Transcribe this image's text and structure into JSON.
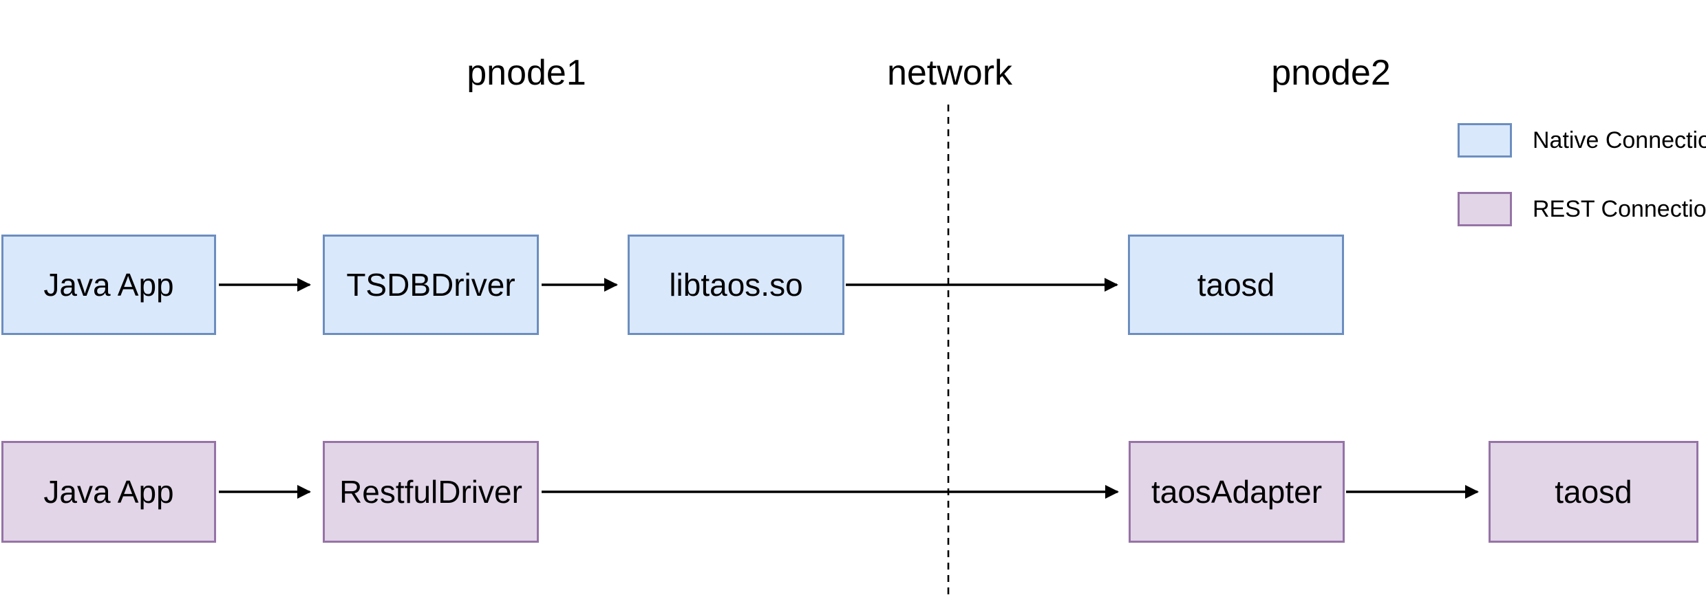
{
  "diagram": {
    "zones": [
      {
        "label": "pnode1"
      },
      {
        "label": "network"
      },
      {
        "label": "pnode2"
      }
    ],
    "nodes": [
      {
        "id": "java-app-native",
        "label": "Java App",
        "zone": "pnode1",
        "connection": "native"
      },
      {
        "id": "tsdb-driver",
        "label": "TSDBDriver",
        "zone": "pnode1",
        "connection": "native"
      },
      {
        "id": "libtaos-so",
        "label": "libtaos.so",
        "zone": "pnode1",
        "connection": "native"
      },
      {
        "id": "taosd-native",
        "label": "taosd",
        "zone": "pnode2",
        "connection": "native"
      },
      {
        "id": "java-app-rest",
        "label": "Java App",
        "zone": "pnode1",
        "connection": "rest"
      },
      {
        "id": "restful-driver",
        "label": "RestfulDriver",
        "zone": "pnode1",
        "connection": "rest"
      },
      {
        "id": "taos-adapter",
        "label": "taosAdapter",
        "zone": "pnode2",
        "connection": "rest"
      },
      {
        "id": "taosd-rest",
        "label": "taosd",
        "zone": "pnode2",
        "connection": "rest"
      }
    ],
    "edges": [
      {
        "from": "java-app-native",
        "to": "tsdb-driver",
        "crosses_network": false
      },
      {
        "from": "tsdb-driver",
        "to": "libtaos-so",
        "crosses_network": false
      },
      {
        "from": "libtaos-so",
        "to": "taosd-native",
        "crosses_network": true
      },
      {
        "from": "java-app-rest",
        "to": "restful-driver",
        "crosses_network": false
      },
      {
        "from": "restful-driver",
        "to": "taos-adapter",
        "crosses_network": true
      },
      {
        "from": "taos-adapter",
        "to": "taosd-rest",
        "crosses_network": false
      }
    ],
    "legend": [
      {
        "label": "Native Connection",
        "fill": "#dae8fc",
        "border": "#6c8ebf"
      },
      {
        "label": "REST Connection",
        "fill": "#e1d5e7",
        "border": "#9673a6"
      }
    ],
    "colors": {
      "background": "#ffffff",
      "native_fill": "#dae8fc",
      "native_border": "#6c8ebf",
      "rest_fill": "#e1d5e7",
      "rest_border": "#9673a6",
      "connector": "#000000",
      "text": "#000000"
    }
  }
}
